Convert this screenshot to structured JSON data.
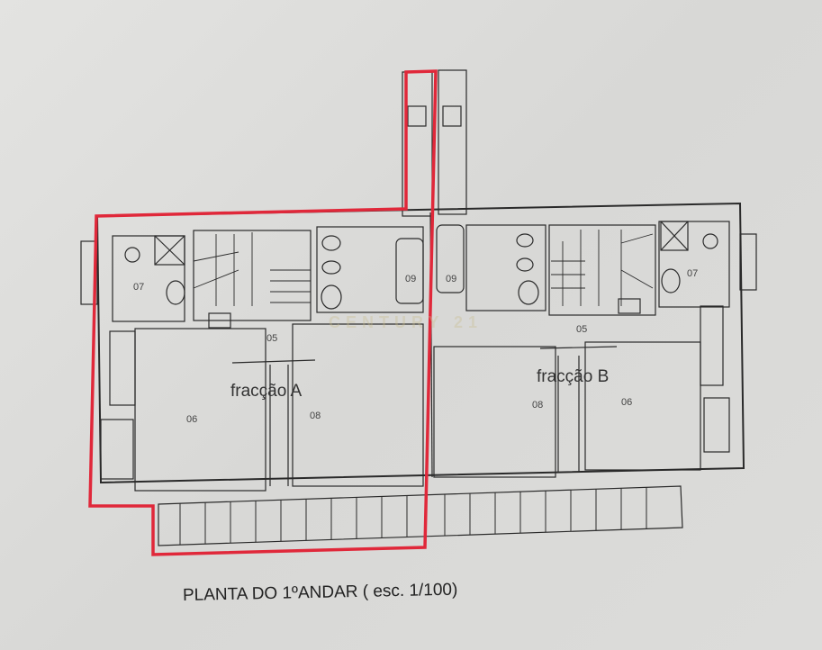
{
  "drawing": {
    "title": "PLANTA DO 1ºANDAR ( esc. 1/100)",
    "watermark": "CENTURY 21",
    "highlight_color": "#e0283a",
    "line_color": "#2a2a2a",
    "paper_color": "#dcdcda"
  },
  "units": [
    {
      "name": "fracção A",
      "highlighted": true,
      "rooms": {
        "bathroom": "07",
        "hall": "05",
        "bathroom_tub": "09",
        "bedroom_left": "06",
        "bedroom_right": "08"
      }
    },
    {
      "name": "fracção B",
      "highlighted": false,
      "rooms": {
        "bathroom_tub": "09",
        "hall": "05",
        "bathroom": "07",
        "bedroom_left": "08",
        "bedroom_right": "06"
      }
    }
  ]
}
